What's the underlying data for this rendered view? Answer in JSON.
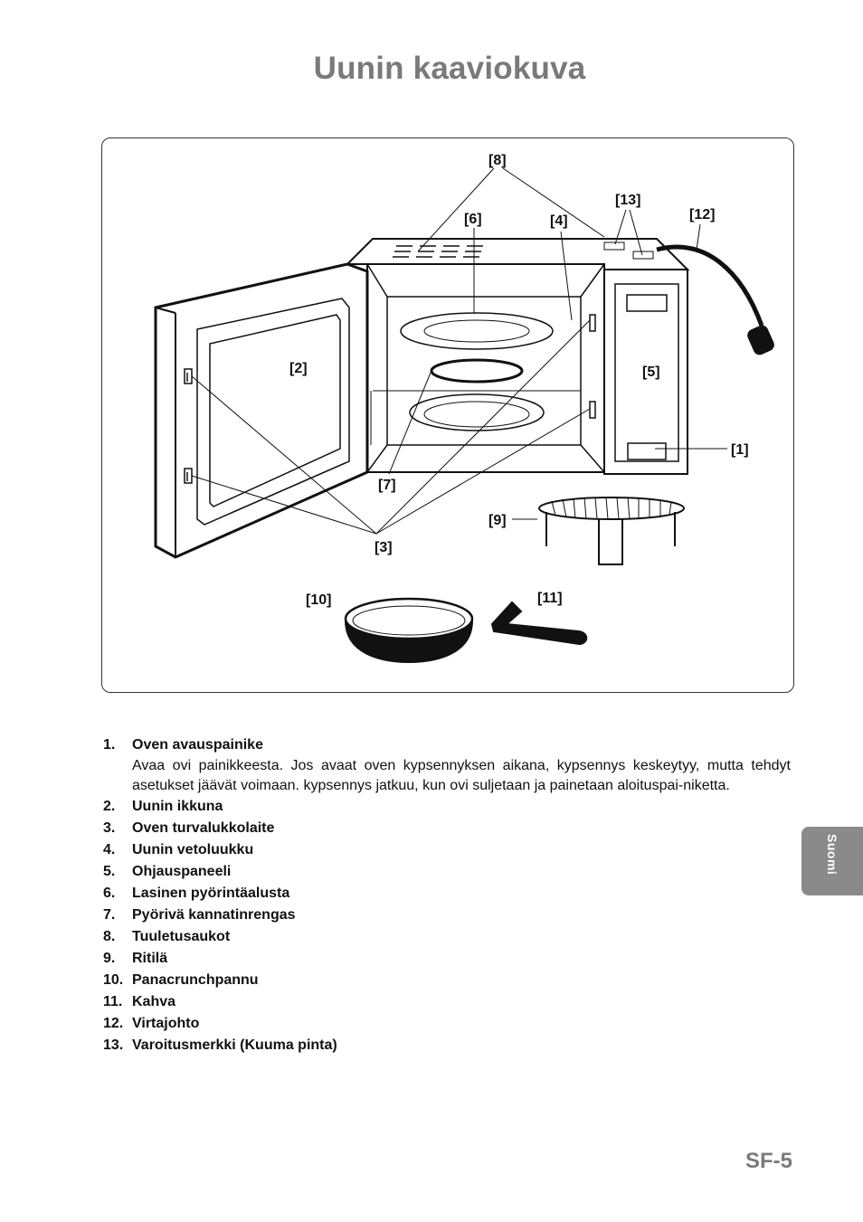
{
  "page": {
    "title": "Uunin kaaviokuva",
    "section_tab": "Suomi",
    "page_number": "SF-5"
  },
  "diagram": {
    "callouts": [
      "[1]",
      "[2]",
      "[3]",
      "[4]",
      "[5]",
      "[6]",
      "[7]",
      "[8]",
      "[9]",
      "[10]",
      "[11]",
      "[12]",
      "[13]"
    ]
  },
  "parts": [
    {
      "num": "1.",
      "name": "Oven avauspainike",
      "desc": "Avaa ovi painikkeesta. Jos avaat oven kypsennyksen aikana, kypsennys keskeytyy, mutta tehdyt asetukset jäävät voimaan. kypsennys jatkuu, kun ovi suljetaan ja painetaan aloituspai-niketta."
    },
    {
      "num": "2.",
      "name": "Uunin ikkuna"
    },
    {
      "num": "3.",
      "name": "Oven turvalukkolaite"
    },
    {
      "num": "4.",
      "name": "Uunin vetoluukku"
    },
    {
      "num": "5.",
      "name": "Ohjauspaneeli"
    },
    {
      "num": "6.",
      "name": "Lasinen pyörintäalusta"
    },
    {
      "num": "7.",
      "name": "Pyörivä kannatinrengas"
    },
    {
      "num": "8.",
      "name": "Tuuletusaukot"
    },
    {
      "num": "9.",
      "name": "Ritilä"
    },
    {
      "num": "10.",
      "name": "Panacrunchpannu"
    },
    {
      "num": "11.",
      "name": "Kahva"
    },
    {
      "num": "12.",
      "name": "Virtajohto"
    },
    {
      "num": "13.",
      "name": "Varoitusmerkki (Kuuma pinta)"
    }
  ]
}
